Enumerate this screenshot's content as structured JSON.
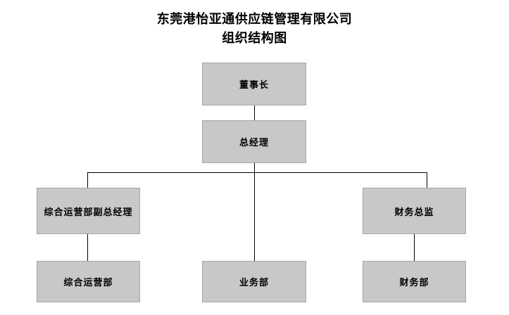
{
  "title": {
    "line1": "东莞港怡亚通供应链管理有限公司",
    "line2": "组织结构图"
  },
  "colors": {
    "box_fill": "#c8c8c8",
    "box_border": "#a6a6a6",
    "connector": "#000000",
    "background": "#ffffff",
    "text": "#000000"
  },
  "chart_data": {
    "type": "diagram",
    "diagram_type": "org-chart",
    "title": "东莞港怡亚通供应链管理有限公司组织结构图",
    "orientation": "top-down",
    "levels": 4,
    "nodes": [
      {
        "id": "chairman",
        "label": "董事长",
        "level": 1,
        "column": "center"
      },
      {
        "id": "general-manager",
        "label": "总经理",
        "level": 2,
        "column": "center"
      },
      {
        "id": "deputy-gm-ops",
        "label": "综合运营部副总经理",
        "level": 3,
        "column": "left"
      },
      {
        "id": "cfo",
        "label": "财务总监",
        "level": 3,
        "column": "right"
      },
      {
        "id": "ops-dept",
        "label": "综合运营部",
        "level": 4,
        "column": "left"
      },
      {
        "id": "business-dept",
        "label": "业务部",
        "level": 4,
        "column": "center"
      },
      {
        "id": "finance-dept",
        "label": "财务部",
        "level": 4,
        "column": "right"
      }
    ],
    "edges": [
      {
        "from": "chairman",
        "to": "general-manager"
      },
      {
        "from": "general-manager",
        "to": "deputy-gm-ops"
      },
      {
        "from": "general-manager",
        "to": "business-dept"
      },
      {
        "from": "general-manager",
        "to": "cfo"
      },
      {
        "from": "deputy-gm-ops",
        "to": "ops-dept"
      },
      {
        "from": "cfo",
        "to": "finance-dept"
      }
    ]
  }
}
